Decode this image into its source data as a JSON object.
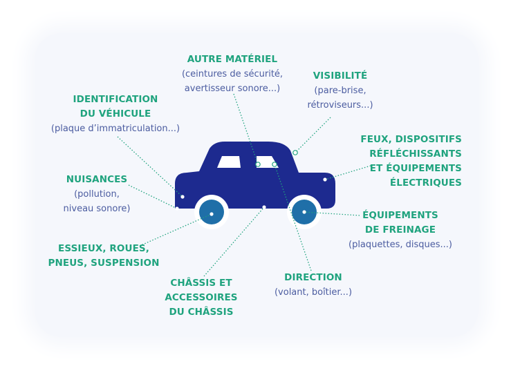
{
  "labels": {
    "autre_materiel": {
      "title": "AUTRE MATÉRIEL",
      "sub": [
        "(ceintures de sécurité,",
        "avertisseur sonore...)"
      ]
    },
    "visibilite": {
      "title": "VISIBILITÉ",
      "sub": [
        "(pare-brise,",
        "rétroviseurs...)"
      ]
    },
    "identification": {
      "title": [
        "IDENTIFICATION",
        "DU VÉHICULE"
      ],
      "sub": "(plaque d’immatriculation...)"
    },
    "feux": {
      "title": [
        "FEUX, DISPOSITIFS",
        "RÉFLÉCHISSANTS",
        "ET ÉQUIPEMENTS",
        "ÉLECTRIQUES"
      ]
    },
    "nuisances": {
      "title": "NUISANCES",
      "sub": [
        "(pollution,",
        "niveau sonore)"
      ]
    },
    "freinage": {
      "title": [
        "ÉQUIPEMENTS",
        "DE FREINAGE"
      ],
      "sub": "(plaquettes, disques...)"
    },
    "essieux": {
      "title": [
        "ESSIEUX, ROUES,",
        "PNEUS, SUSPENSION"
      ]
    },
    "chassis": {
      "title": [
        "CHÂSSIS ET",
        "ACCESSOIRES",
        "DU CHÂSSIS"
      ]
    },
    "direction": {
      "title": "DIRECTION",
      "sub": "(volant, boîtier...)"
    }
  },
  "colors": {
    "car_body": "#1d2a8f",
    "wheel_outer": "#ffffff",
    "wheel_inner": "#1f6fa8",
    "title_green": "#1fa37e",
    "subtitle_blue": "#4b5ca0",
    "leader_line": "#1fa37e",
    "panel_bg": "#f5f7fc"
  }
}
